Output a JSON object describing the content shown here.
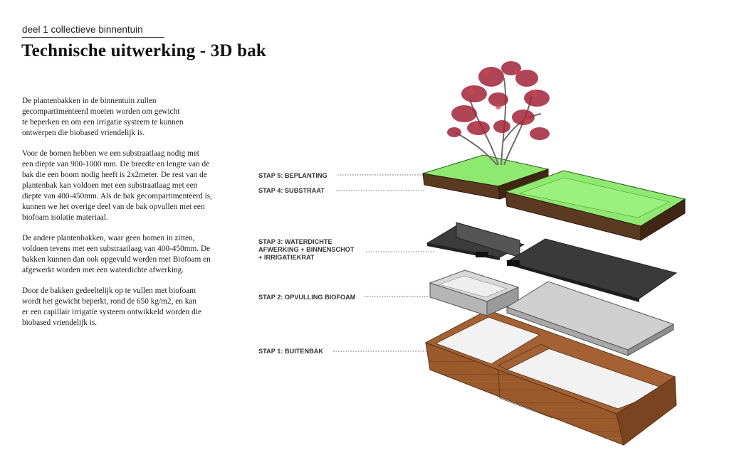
{
  "header": {
    "section": "deel 1 collectieve binnentuin",
    "title": "Technische uitwerking - 3D bak"
  },
  "body": {
    "paragraphs": [
      {
        "lines": [
          "De plantenbakken in de binnentuin zullen",
          "gecompartimenteerd moeten worden om gewicht",
          "te beperken en om een irrigatie systeem te kunnen",
          "ontwerpen die biobased vriendelijk is."
        ]
      },
      {
        "lines": [
          "Voor de bomen hebben we een substraatlaag nodig met",
          "een diepte van 900-1000 mm. De breedte en lengte van de",
          "bak die een boom nodig heeft is 2x2meter. De rest van de",
          "plantenbak kan voldoen met een substraatlaag met een",
          "diepte van 400-450mm. Als de bak gecompartimenteerd is,",
          "kunnen we het overige deel van de bak opvullen met een",
          "biofoam isolatie materiaal."
        ]
      },
      {
        "lines": [
          "De andere plantenbakken, waar geen bomen in zitten,",
          "voldoen tevens met een substraatlaag van 400-450mm. De",
          "bakken kunnen dan ook opgevuld worden met Biofoam en",
          "afgewerkt worden met een waterdichte afwerking."
        ]
      },
      {
        "lines": [
          "Door de bakken gedeeltelijk op te vullen met biofoam",
          "wordt het gewicht beperkt, rond de 650 kg/m2, en kan",
          "er een capillair irrigatie systeem ontwikkeld worden die",
          "biobased vriendelijk is."
        ]
      }
    ]
  },
  "steps": {
    "s5": {
      "lines": [
        "STAP 5: BEPLANTING"
      ]
    },
    "s4": {
      "lines": [
        "STAP 4: SUBSTRAAT"
      ]
    },
    "s3": {
      "lines": [
        "STAP 3: WATERDICHTE",
        "AFWERKING + BINNENSCHOT",
        "+ IRRIGATIEKRAT"
      ]
    },
    "s2": {
      "lines": [
        "STAP 2: OPVULLING BIOFOAM"
      ]
    },
    "s1": {
      "lines": [
        "STAP 1: BUITENBAK"
      ]
    }
  },
  "colors": {
    "grass": "#8fe870",
    "soil": "#5b3a22",
    "membrane": "#3c3c3c",
    "foam": "#c9c9c9",
    "wood": "#9a5a2c",
    "foliage": "#a3243a"
  }
}
